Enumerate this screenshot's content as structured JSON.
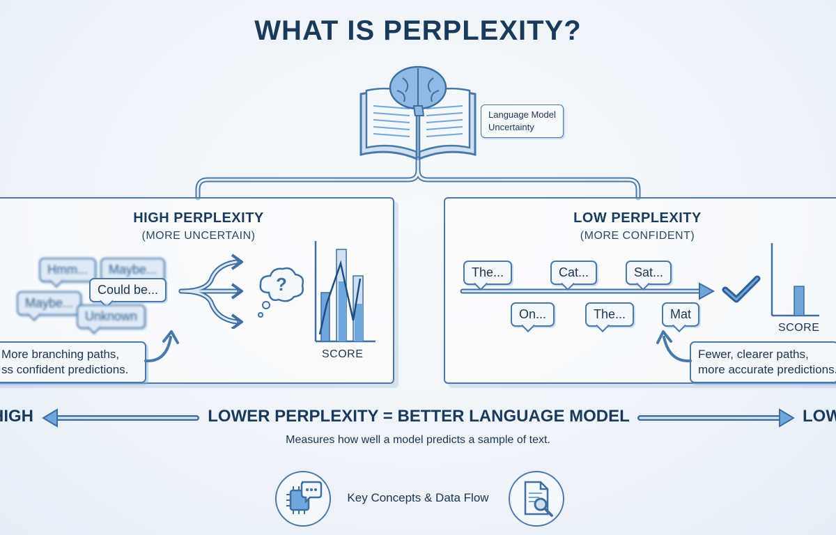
{
  "title": "WHAT IS PERPLEXITY?",
  "top_callout": {
    "line1": "Language Model",
    "line2": "Uncertainty"
  },
  "high_panel": {
    "title": "HIGH PERPLEXITY",
    "subtitle": "(MORE UNCERTAIN)",
    "bubbles": [
      "Hmm...",
      "Maybe...",
      "Could be...",
      "Maybe...",
      "Unknown"
    ],
    "question_mark": "?",
    "score_label": "SCORE",
    "note_line1": "More branching paths,",
    "note_line2": "ss confident predictions."
  },
  "low_panel": {
    "title": "LOW PERPLEXITY",
    "subtitle": "(MORE CONFIDENT)",
    "bubbles_top": [
      "The...",
      "Cat...",
      "Sat..."
    ],
    "bubbles_bottom": [
      "On...",
      "The...",
      "Mat"
    ],
    "score_label": "SCORE",
    "note_line1": "Fewer, clearer paths,",
    "note_line2": "more accurate predictions."
  },
  "bottom": {
    "left_word": "HIGH",
    "right_word": "LOW",
    "headline": "LOWER PERPLEXITY = BETTER LANGUAGE MODEL",
    "subtitle": "Measures how well a model predicts a sample of text."
  },
  "key_concepts": {
    "label": "Key Concepts & Data Flow"
  },
  "icons": {
    "top": "book-brain-icon",
    "branch": "branching-arrows-icon",
    "thought": "question-thought-icon",
    "check": "checkmark-icon",
    "chip_chat": "chip-chat-icon",
    "doc_search": "document-search-icon"
  },
  "colors": {
    "accent": "#4a78a8",
    "dark_text": "#1a3a5c",
    "light_fill": "#cfe0f3",
    "bar_fill": "#6fa6dc"
  }
}
